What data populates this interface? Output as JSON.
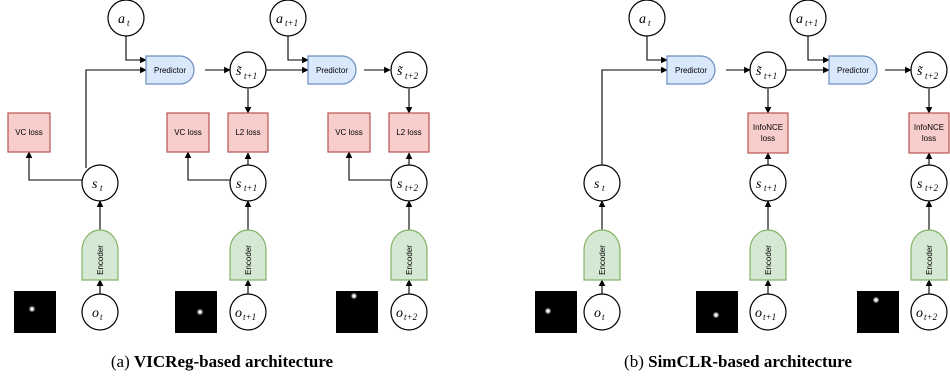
{
  "labels": {
    "predictor": "Predictor",
    "encoder": "Encoder",
    "vc_loss": "VC loss",
    "l2_loss": "L2 loss",
    "infonce_line1": "InfoNCE",
    "infonce_line2": "loss"
  },
  "vars": {
    "a": "a",
    "s": "s",
    "s_tilde": "s̃",
    "o": "o",
    "sub_t": "t",
    "sub_t1": "t+1",
    "sub_t2": "t+2"
  },
  "captions": {
    "a_prefix": "(a) ",
    "a_bold": "VICReg-based architecture",
    "b_prefix": "(b) ",
    "b_bold": "SimCLR-based architecture"
  }
}
